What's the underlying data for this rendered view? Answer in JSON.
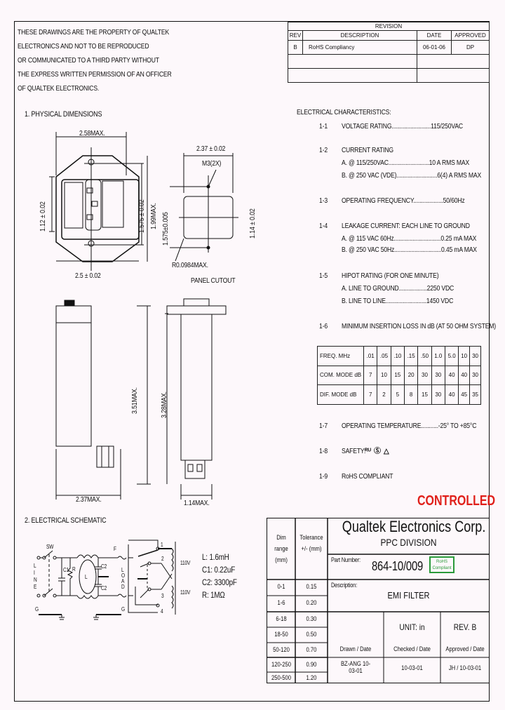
{
  "notice": [
    "THESE DRAWINGS ARE THE PROPERTY OF QUALTEK",
    "ELECTRONICS AND NOT TO BE REPRODUCED",
    "OR COMMUNICATED TO A THIRD PARTY WITHOUT",
    "THE EXPRESS WRITTEN PERMISSION OF AN OFFICER",
    "OF QUALTEK ELECTRONICS."
  ],
  "revision": {
    "title": "REVISION",
    "headers": [
      "REV",
      "DESCRIPTION",
      "DATE",
      "APPROVED"
    ],
    "rows": [
      [
        "B",
        "RoHS Compliancy",
        "06-01-06",
        "DP"
      ]
    ]
  },
  "physical": {
    "heading": "1.  PHYSICAL DIMENSIONS",
    "dims": {
      "width_max": "2.58MAX.",
      "height_max": "1.99MAX.",
      "mount": "1.575 ± 0.02",
      "inner_h": "1.12 ± 0.02",
      "base": "2.5 ± 0.02",
      "cut_w": "2.37 ± 0.02",
      "cut_h": "1.575±0.005",
      "cut_h2": "1.14 ± 0.02",
      "screw": "M3(2X)",
      "radius": "R0.0984MAX.",
      "panel": "PANEL CUTOUT",
      "side_h1": "3.51MAX.",
      "side_h2": "3.28MAX.",
      "bottom_w": "2.37MAX.",
      "bottom_w2": "1.14MAX."
    }
  },
  "electrical": {
    "heading": "ELECTRICAL CHARACTERISTICS:",
    "items": [
      {
        "num": "1-1",
        "lines": [
          "VOLTAGE RATING.........................115/250VAC"
        ]
      },
      {
        "num": "1-2",
        "lines": [
          "CURRENT RATING",
          "A. @ 115/250VAC..........................10 A RMS MAX",
          "B. @ 250 VAC (VDE)..........................6(4) A RMS MAX"
        ]
      },
      {
        "num": "1-3",
        "lines": [
          "OPERATING FREQUENCY...................50/60Hz"
        ]
      },
      {
        "num": "1-4",
        "lines": [
          "LEAKAGE CURRENT:  EACH LINE TO GROUND",
          "A. @ 115 VAC 60Hz..............................0.25  mA MAX",
          "B. @ 250 VAC 50Hz..............................0.45  mA MAX"
        ]
      },
      {
        "num": "1-5",
        "lines": [
          "HIPOT RATING (FOR ONE MINUTE)",
          "A. LINE TO GROUND..................2250 VDC",
          "B. LINE TO LINE..........................1450 VDC"
        ]
      },
      {
        "num": "1-6",
        "lines": [
          "MINIMUM INSERTION LOSS IN dB (AT 50 OHM SYSTEM)"
        ]
      },
      {
        "num": "1-7",
        "lines": [
          "OPERATING TEMPERATURE...........-25° TO +85°C"
        ]
      },
      {
        "num": "1-8",
        "lines": [
          "SAFETY:"
        ]
      },
      {
        "num": "1-9",
        "lines": [
          "RoHS COMPLIANT"
        ]
      }
    ],
    "loss_table": [
      [
        "FREQ. MHz",
        ".01",
        ".05",
        ".10",
        ".15",
        ".50",
        "1.0",
        "5.0",
        "10",
        "30"
      ],
      [
        "COM. MODE dB",
        "7",
        "10",
        "15",
        "20",
        "30",
        "30",
        "40",
        "40",
        "30"
      ],
      [
        "DIF. MODE dB",
        "7",
        "2",
        "5",
        "8",
        "15",
        "30",
        "40",
        "45",
        "35"
      ]
    ]
  },
  "controlled": "CONTROLLED",
  "schematic": {
    "heading": "2.  ELECTRICAL SCHEMATIC",
    "labels": {
      "sw": "SW",
      "line": [
        "L",
        "I",
        "N",
        "E"
      ],
      "c1": "C1",
      "r": "R",
      "l": "L",
      "c2a": "C2",
      "c2b": "C2",
      "f": "F",
      "load": [
        "L",
        "O",
        "A",
        "D"
      ],
      "g1": "G",
      "g2": "G",
      "n1": "1",
      "n2": "2",
      "n3": "3",
      "n4": "4",
      "v1": "110V",
      "v2": "110V"
    },
    "values": [
      "L:   1.6mH",
      "C1:  0.22uF",
      "C2:  3300pF",
      "R:    1MΩ"
    ]
  },
  "title_block": {
    "company": "Qualtek Electronics Corp.",
    "division": "PPC  DIVISION",
    "part_label": "Part Number:",
    "part_number": "864-10/009",
    "rohs_badge": "RoHS Compliant",
    "desc_label": "Description:",
    "description": "EMI FILTER",
    "unit": "UNIT: in",
    "rev": "REV.  B",
    "drawn_label": "Drawn / Date",
    "checked_label": "Checked / Date",
    "approved_label": "Approved / Date",
    "drawn": "BZ-ANG 10-03-01",
    "checked": "10-03-01",
    "approved": "JH / 10-03-01",
    "dim_header": "Dim range (mm)",
    "tol_header": "Tolerance +/- (mm)",
    "tolerances": [
      [
        "0-1",
        "0.15"
      ],
      [
        "1-6",
        "0.20"
      ],
      [
        "6-18",
        "0.30"
      ],
      [
        "18-50",
        "0.50"
      ],
      [
        "50-120",
        "0.70"
      ],
      [
        "120-250",
        "0.90"
      ],
      [
        "250-500",
        "1.20"
      ]
    ]
  },
  "colors": {
    "controlled": "#e0201a",
    "rohs": "#2a9a3a"
  }
}
